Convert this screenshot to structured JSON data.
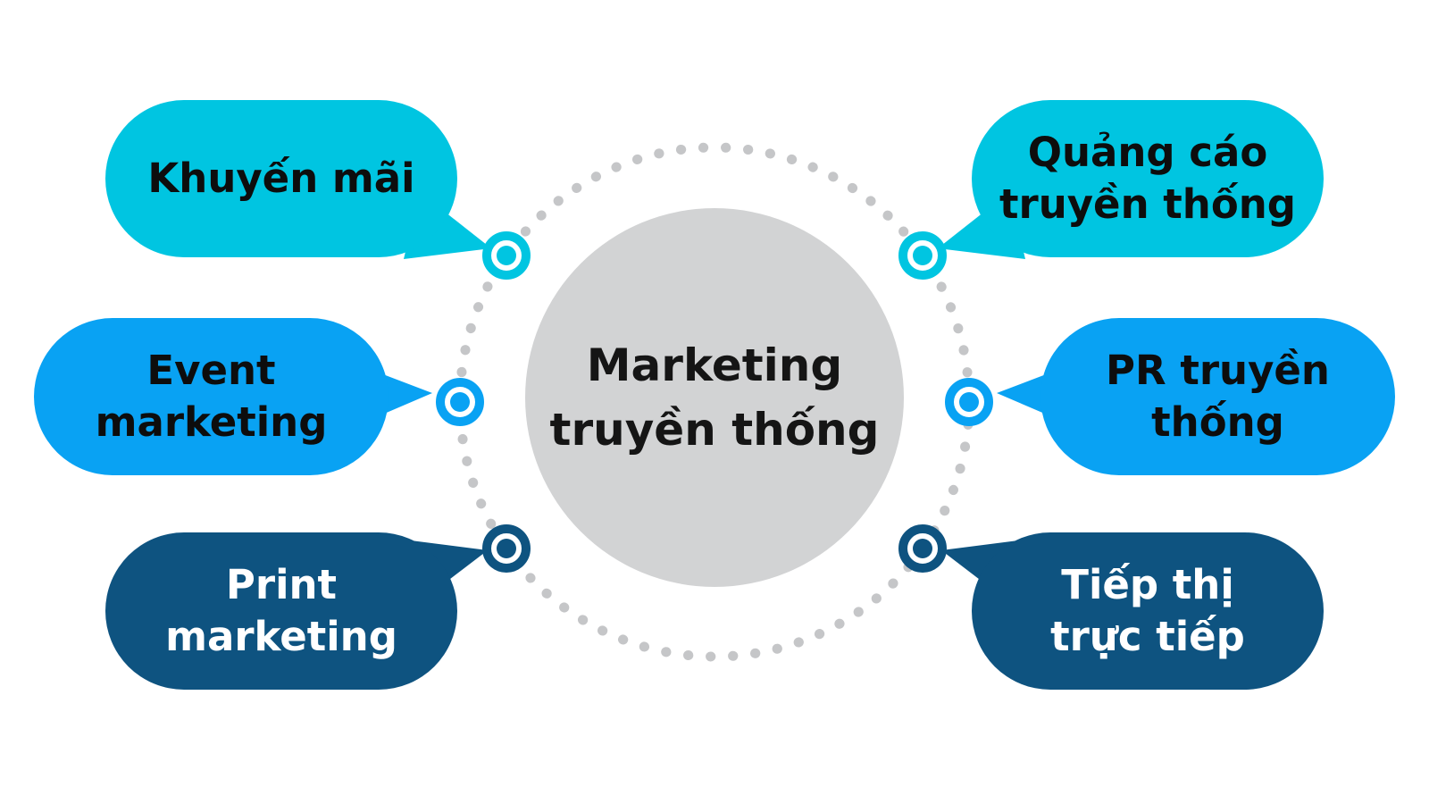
{
  "diagram": {
    "title": "Marketing truyền thống",
    "center": {
      "label": "Marketing\ntruyền thống",
      "shape": "circle",
      "color": "#D2D3D4",
      "text_color": "#151515"
    },
    "bubbles": [
      {
        "label": "Khuyến mãi",
        "position": "top-left",
        "color": "#00C5E1",
        "text_color": "#0D0D0D"
      },
      {
        "label": "Event\nmarketing",
        "position": "middle-left",
        "color": "#09A2F3",
        "text_color": "#0D0D0D"
      },
      {
        "label": "Print\nmarketing",
        "position": "bottom-left",
        "color": "#0E5380",
        "text_color": "#FFFFFF"
      },
      {
        "label": "Quảng cáo\ntruyền thống",
        "position": "top-right",
        "color": "#00C5E1",
        "text_color": "#0D0D0D"
      },
      {
        "label": "PR truyền\nthống",
        "position": "middle-right",
        "color": "#09A2F3",
        "text_color": "#0D0D0D"
      },
      {
        "label": "Tiếp thị\ntrực tiếp",
        "position": "bottom-right",
        "color": "#0E5380",
        "text_color": "#FFFFFF"
      }
    ],
    "connector_icons": [
      {
        "name": "ring-icon",
        "position": "upper-left",
        "color": "#00C5E1"
      },
      {
        "name": "ring-icon",
        "position": "middle-left",
        "color": "#09A2F3"
      },
      {
        "name": "ring-icon",
        "position": "lower-left",
        "color": "#0E5380"
      },
      {
        "name": "ring-icon",
        "position": "upper-right",
        "color": "#00C5E1"
      },
      {
        "name": "ring-icon",
        "position": "middle-right",
        "color": "#09A2F3"
      },
      {
        "name": "ring-icon",
        "position": "lower-right",
        "color": "#0E5380"
      }
    ],
    "orbit": {
      "style": "dotted-circle",
      "color": "#C5C6C8"
    }
  }
}
